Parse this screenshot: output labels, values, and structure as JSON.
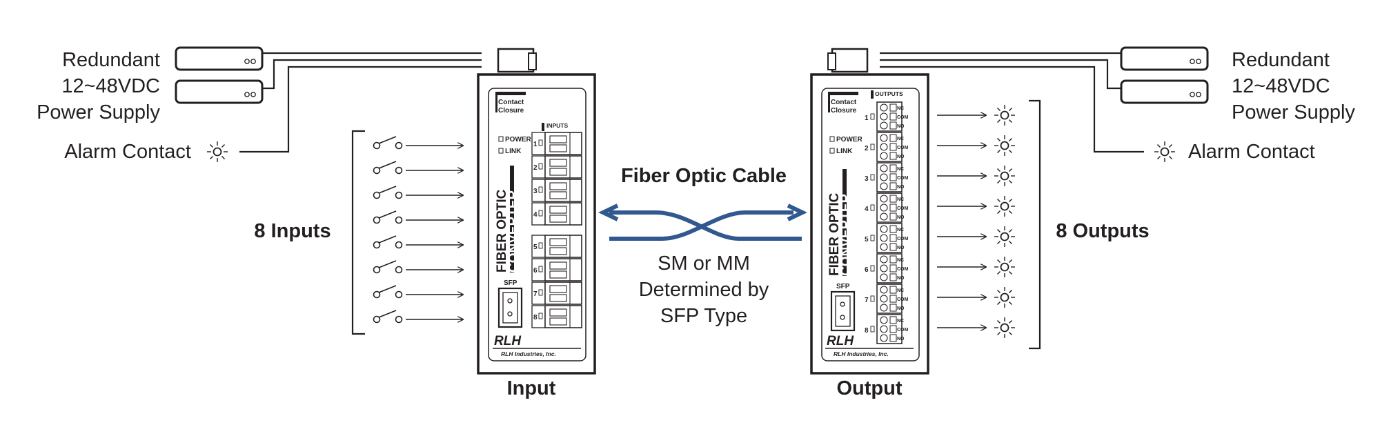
{
  "left": {
    "power_supply_label": [
      "Redundant",
      "12~48VDC",
      "Power Supply"
    ],
    "alarm_label": "Alarm Contact",
    "group_label": "8 Inputs",
    "device_caption": "Input",
    "device_contact_label": [
      "Contact",
      "Closure"
    ],
    "terminal_block_label": "INPUTS",
    "terminal_numbers": [
      "1",
      "2",
      "3",
      "4",
      "5",
      "6",
      "7",
      "8"
    ],
    "input_count": 8
  },
  "right": {
    "power_supply_label": [
      "Redundant",
      "12~48VDC",
      "Power Supply"
    ],
    "alarm_label": "Alarm Contact",
    "group_label": "8 Outputs",
    "device_caption": "Output",
    "device_contact_label": [
      "Contact",
      "Closure"
    ],
    "terminal_block_label": "OUTPUTS",
    "terminal_numbers": [
      "1",
      "2",
      "3",
      "4",
      "5",
      "6",
      "7",
      "8"
    ],
    "relay_terminals": [
      "NC",
      "COM",
      "NO"
    ],
    "output_count": 8
  },
  "device": {
    "power_led_label": "POWER",
    "link_led_label": "LINK",
    "title_line1": "FIBER OPTIC",
    "title_line2": "CONVERTER",
    "sfp_label": "SFP",
    "logo_text": "RLH",
    "company_text": "RLH Industries, Inc."
  },
  "fiber": {
    "title": "Fiber Optic Cable",
    "note": [
      "SM or MM",
      "Determined by",
      "SFP Type"
    ],
    "color": "#31588f"
  },
  "colors": {
    "ink": "#231f20",
    "fiber": "#31588f",
    "background": "#ffffff"
  }
}
